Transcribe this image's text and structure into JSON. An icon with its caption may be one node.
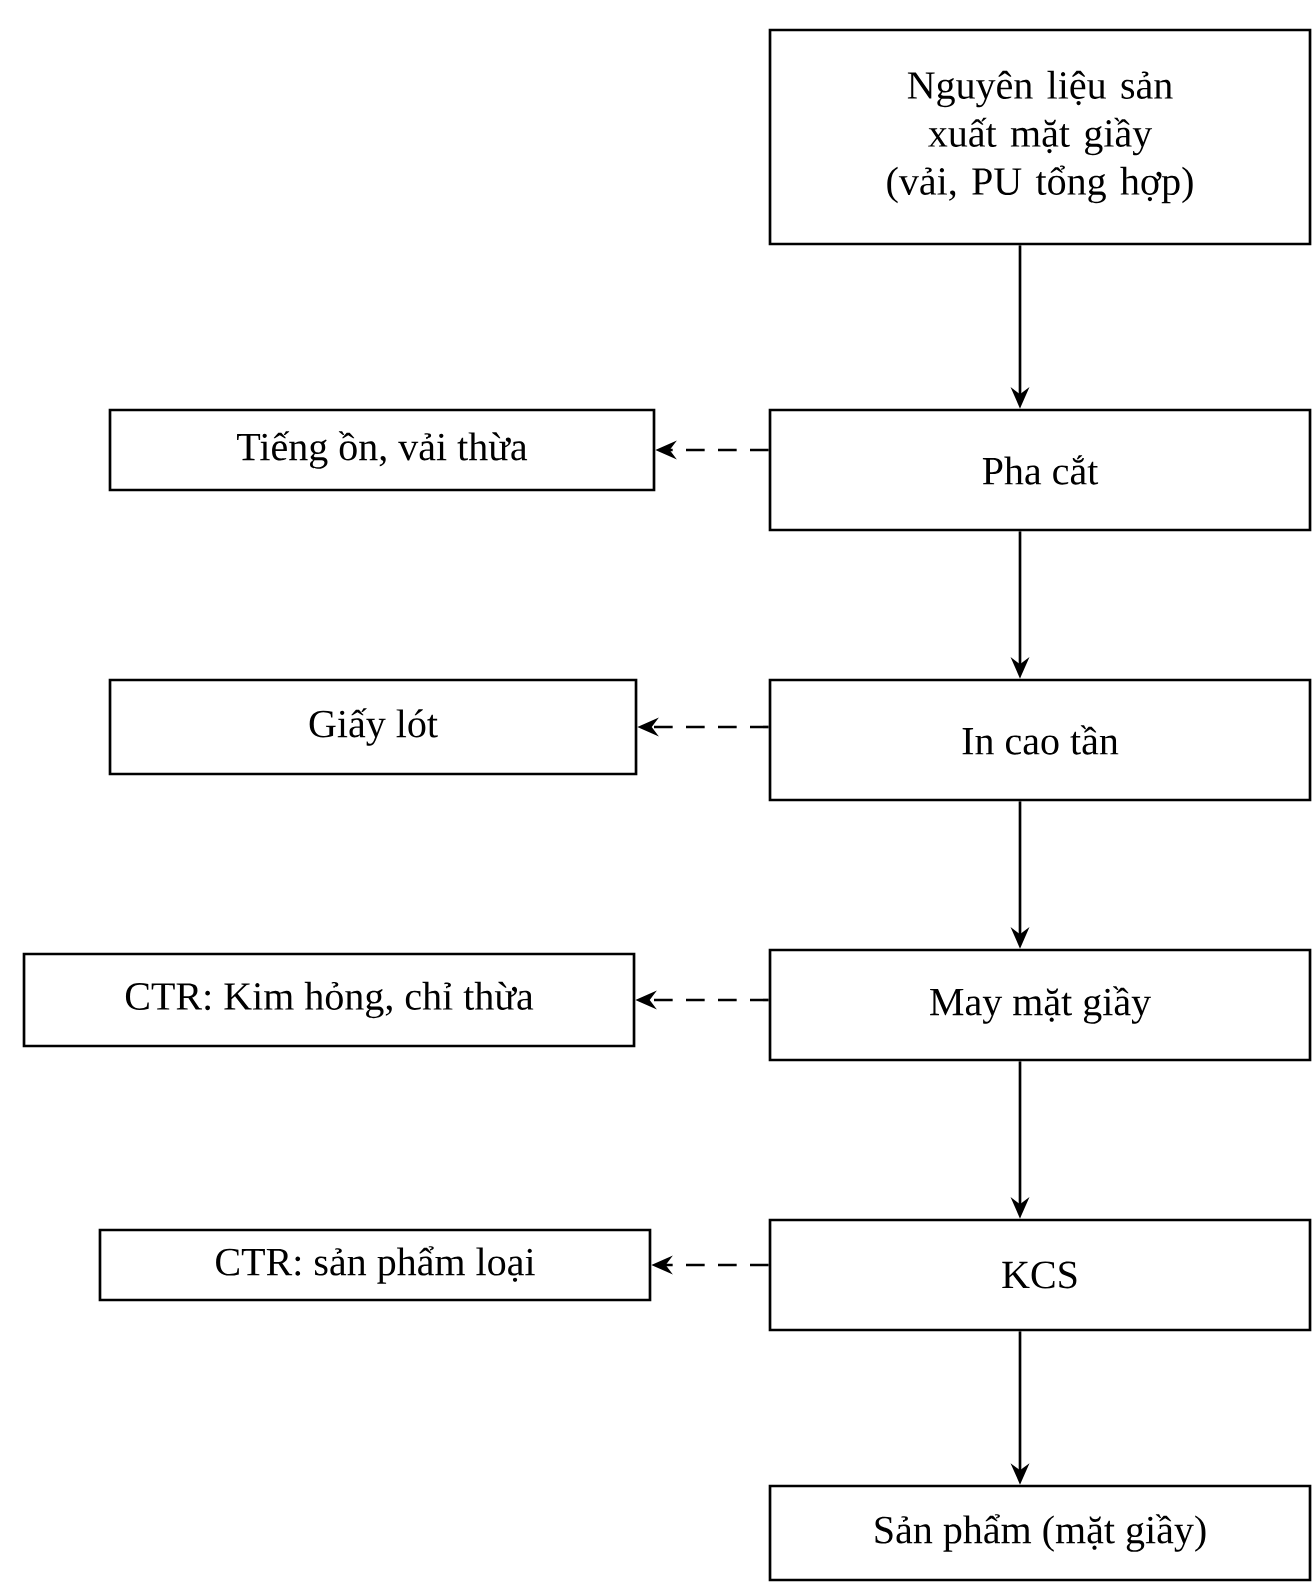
{
  "diagram": {
    "nodes": [
      {
        "text": [
          "Nguyên liệu sản xuất mặt giầy (vải, PU tổng hợp)"
        ]
      },
      {
        "text": [
          "Pha cắt"
        ]
      },
      {
        "text": [
          "Tiếng ồn, vải thừa"
        ]
      },
      {
        "text": [
          "In cao tần"
        ]
      },
      {
        "text": [
          "Giấy lót"
        ]
      },
      {
        "text": [
          "May mặt giầy"
        ]
      },
      {
        "text": [
          "CTR: Kim hỏng, chỉ thừa"
        ]
      },
      {
        "text": [
          "KCS"
        ]
      },
      {
        "text": [
          "CTR: sản phẩm loại"
        ]
      },
      {
        "text": [
          "Sản phẩm (mặt giầy)"
        ]
      }
    ],
    "edges": [
      {
        "from": 0,
        "to": 1,
        "arrow": "to"
      },
      {
        "from": 1,
        "to": 2,
        "arrow": "to",
        "style": "dashed"
      },
      {
        "from": 1,
        "to": 3,
        "arrow": "to"
      },
      {
        "from": 3,
        "to": 4,
        "arrow": "to",
        "style": "dashed"
      },
      {
        "from": 3,
        "to": 5,
        "arrow": "to"
      },
      {
        "from": 5,
        "to": 6,
        "arrow": "to",
        "style": "dashed"
      },
      {
        "from": 5,
        "to": 7,
        "arrow": "to"
      },
      {
        "from": 7,
        "to": 8,
        "arrow": "to",
        "style": "dashed"
      },
      {
        "from": 7,
        "to": 9,
        "arrow": "to"
      }
    ]
  }
}
